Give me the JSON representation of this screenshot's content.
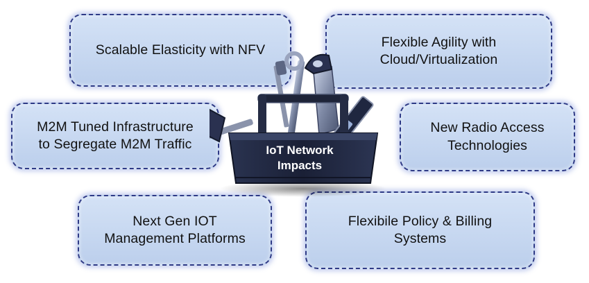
{
  "center": {
    "label": "IoT Network\nImpacts"
  },
  "boxes": [
    {
      "text": "Scalable Elasticity with NFV"
    },
    {
      "text": "Flexible Agility with\nCloud/Virtualization"
    },
    {
      "text": "M2M Tuned Infrastructure\nto Segregate M2M Traffic"
    },
    {
      "text": "New Radio Access\nTechnologies"
    },
    {
      "text": "Next Gen IOT\nManagement Platforms"
    },
    {
      "text": "Flexibile Policy & Billing\nSystems"
    }
  ],
  "colors": {
    "box_fill": "#c8d8f0",
    "box_border": "#2e3a86",
    "toolbox": "#1c2338"
  },
  "icons": [
    "toolbox-icon",
    "hammer-icon",
    "saw-icon",
    "level-icon",
    "screwdriver-icon",
    "wrench-icon"
  ]
}
